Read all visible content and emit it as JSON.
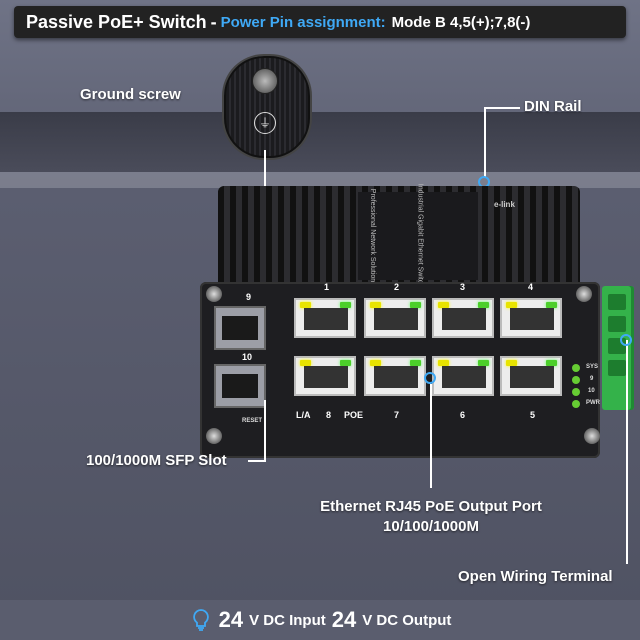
{
  "header": {
    "title": "Passive PoE+ Switch",
    "dash": "-",
    "subtitle": "Power Pin assignment:",
    "mode": "Mode B 4,5(+);7,8(-)"
  },
  "callouts": {
    "ground_screw": "Ground screw",
    "din_rail": "DIN Rail",
    "sfp_slot": "100/1000M SFP Slot",
    "ethernet_line1": "Ethernet RJ45 PoE Output Port",
    "ethernet_line2": "10/100/1000M",
    "terminal": "Open Wiring Terminal"
  },
  "device": {
    "brand": "e-link",
    "fin_text_1": "Industrial Gigabit Ethernet Switch",
    "fin_text_2": "Professional Network Solution",
    "sfp_labels": [
      "9",
      "10"
    ],
    "reset_label": "RESET",
    "top_port_numbers": [
      "1",
      "2",
      "3",
      "4"
    ],
    "bottom_port_numbers": [
      "8",
      "7",
      "6",
      "5"
    ],
    "la_label": "L/A",
    "poe_label": "POE",
    "status_labels": [
      "SYS",
      "9",
      "10",
      "PWR"
    ]
  },
  "footer": {
    "v1": "24",
    "u1": "V DC Input",
    "v2": "24",
    "u2": "V DC Output"
  },
  "colors": {
    "accent": "#3fa9f5",
    "led_yellow": "#e8e400",
    "led_green": "#4ccf2a",
    "terminal_green": "#34b24a"
  },
  "icons": [
    "ground-icon",
    "lightbulb-icon"
  ]
}
